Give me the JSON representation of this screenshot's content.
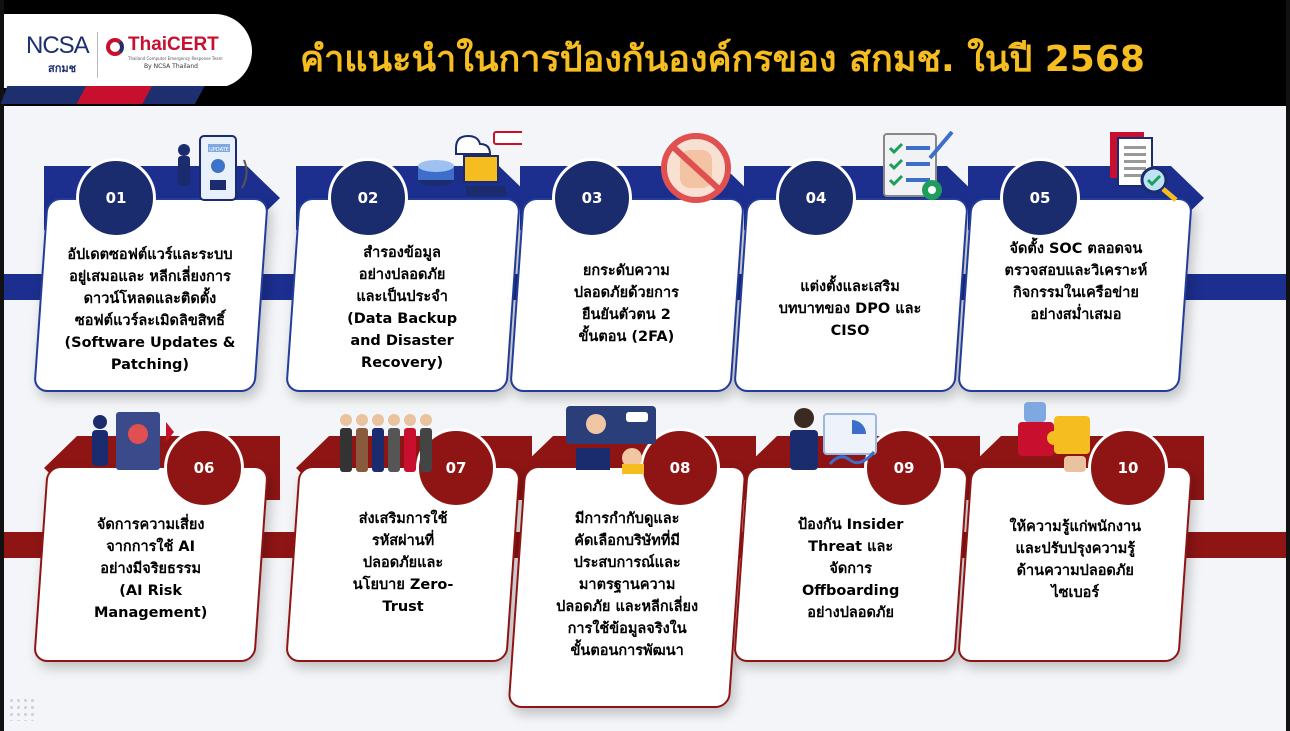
{
  "header": {
    "title": "คำแนะนำในการป้องกันองค์กรของ สกมช. ในปี 2568",
    "logo_ncsa": "NCSA",
    "logo_ncsa_sub": "สกมช",
    "logo_thaicert": "ThaiCERT",
    "logo_tagline": "Thailand Computer Emergency Response Team",
    "logo_by": "By NCSA Thailand"
  },
  "illustration_badges": {
    "update": "UPDATE"
  },
  "items": [
    {
      "number": "01",
      "lines": [
        "อัปเดตซอฟต์แวร์และระบบ",
        "อยู่เสมอและ หลีกเลี่ยงการ",
        "ดาวน์โหลดและติดตั้ง",
        "ซอฟต์แวร์ละเมิดลิขสิทธิ์",
        "(Software Updates &",
        "Patching)"
      ],
      "icon": "software-update-icon"
    },
    {
      "number": "02",
      "lines": [
        "สำรองข้อมูล",
        "อย่างปลอดภัย",
        "และเป็นประจำ",
        "(Data Backup",
        "and Disaster",
        "Recovery)"
      ],
      "icon": "cloud-backup-icon"
    },
    {
      "number": "03",
      "lines": [
        "ยกระดับความ",
        "ปลอดภัยด้วยการ",
        "ยืนยันตัวตน 2",
        "ขั้นตอน (2FA)"
      ],
      "icon": "stop-hand-icon"
    },
    {
      "number": "04",
      "lines": [
        "แต่งตั้งและเสริม",
        "บทบาทของ DPO และ",
        "CISO"
      ],
      "icon": "checklist-gear-icon"
    },
    {
      "number": "05",
      "lines": [
        "จัดตั้ง SOC ตลอดจน",
        "ตรวจสอบและวิเคราะห์",
        "กิจกรรมในเครือข่าย",
        "อย่างสม่ำเสมอ"
      ],
      "icon": "document-search-icon"
    },
    {
      "number": "06",
      "lines": [
        "จัดการความเสี่ยง",
        "จากการใช้ AI",
        "อย่างมีจริยธรรม",
        "(AI Risk",
        "Management)"
      ],
      "icon": "ai-risk-icon"
    },
    {
      "number": "07",
      "lines": [
        "ส่งเสริมการใช้",
        "รหัสผ่านที่",
        "ปลอดภัยและ",
        "นโยบาย Zero-",
        "Trust"
      ],
      "icon": "team-people-icon"
    },
    {
      "number": "08",
      "lines": [
        "มีการกำกับดูและ",
        "คัดเลือกบริษัทที่มี",
        "ประสบการณ์และ",
        "มาตรฐานความ",
        "ปลอดภัย และหลีกเลี่ยง",
        "การใช้ข้อมูลจริงใน",
        "ขั้นตอนการพัฒนา"
      ],
      "icon": "video-meeting-icon"
    },
    {
      "number": "09",
      "lines": [
        "ป้องกัน Insider",
        "Threat และ",
        "จัดการ",
        "Offboarding",
        "อย่างปลอดภัย"
      ],
      "icon": "analytics-person-icon"
    },
    {
      "number": "10",
      "lines": [
        "ให้ความรู้แก่พนักงาน",
        "และปรับปรุงความรู้",
        "ด้านความปลอดภัย",
        "ไซเบอร์"
      ],
      "icon": "puzzle-hands-icon"
    }
  ],
  "colors": {
    "title_gold": "#f5bd1f",
    "blue_band": "#1c2f8f",
    "blue_circle": "#1b2c6e",
    "red_band": "#8f1515",
    "header_bg": "#000000"
  }
}
